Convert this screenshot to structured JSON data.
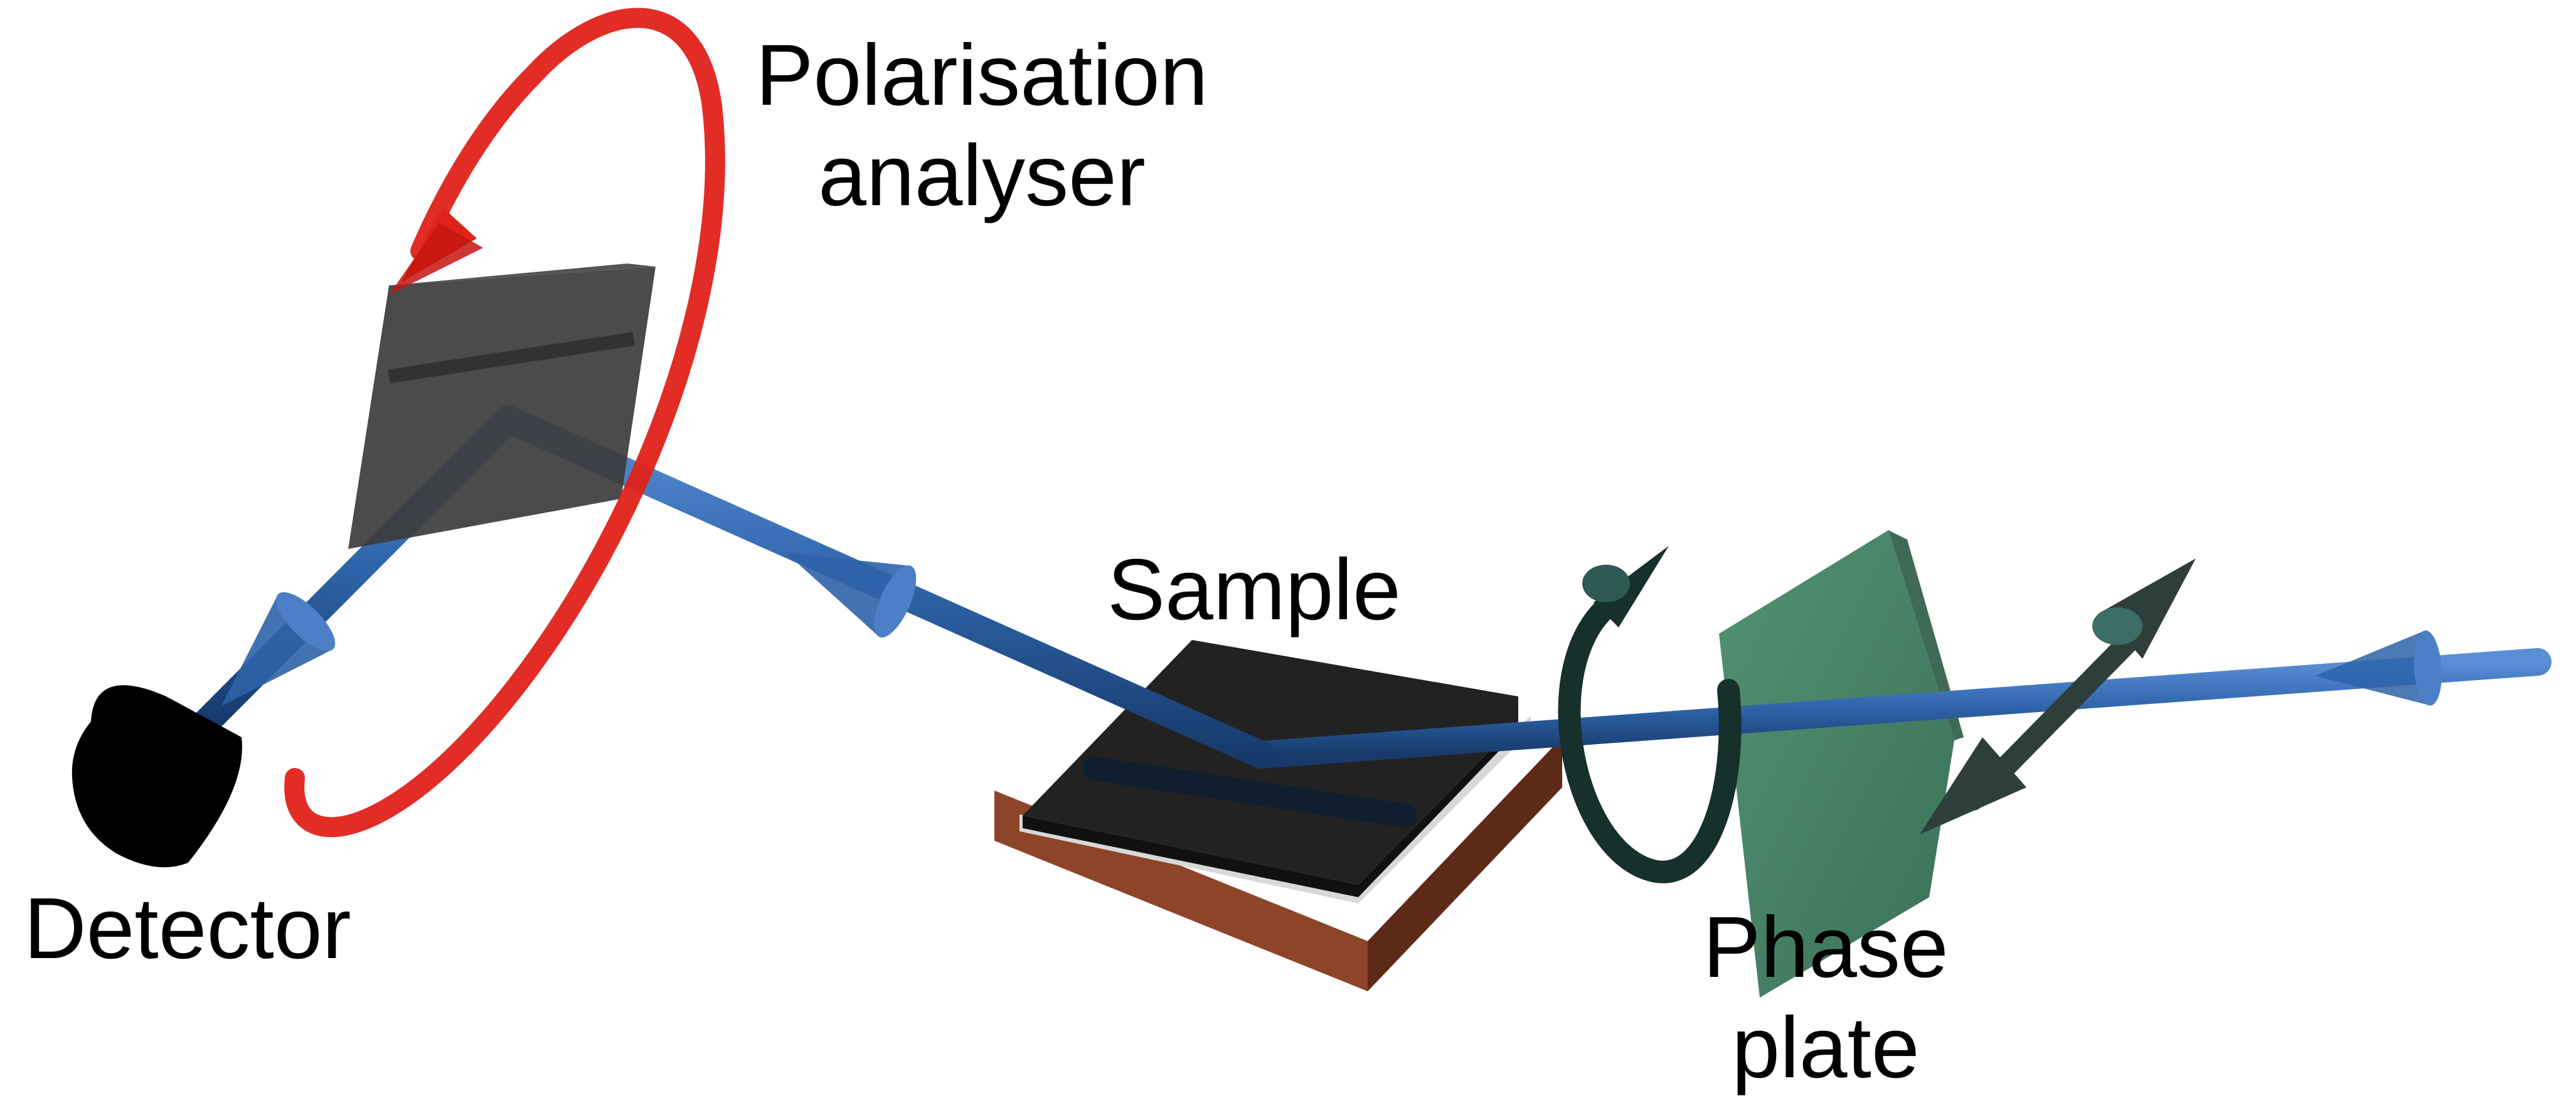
{
  "labels": {
    "polarisation_analyser_line1": "Polarisation",
    "polarisation_analyser_line2": "analyser",
    "sample": "Sample",
    "detector": "Detector",
    "phase_plate_line1": "Phase",
    "phase_plate_line2": "plate"
  },
  "colors": {
    "beam": "#2d63a8",
    "beam_dark": "#16355f",
    "analyser_block": "#3c3c3c",
    "analyser_rotation_arrow": "#e0221b",
    "detector": "#000000",
    "sample_top": "#222222",
    "sample_layer": "#d8d8d8",
    "sample_base": "#8e4428",
    "phase_plate": "#3a7a5c",
    "circular_polarisation_arrow": "#16302c",
    "linear_polarisation_arrow": "#2e3e3b"
  },
  "icons": [
    "polarisation-analyser-prism",
    "rotation-arrow-icon",
    "detector-icon",
    "sample-stack",
    "phase-plate",
    "circular-polarisation-arrow-icon",
    "linear-polarisation-arrow-icon",
    "beam-direction-arrow-icon"
  ]
}
